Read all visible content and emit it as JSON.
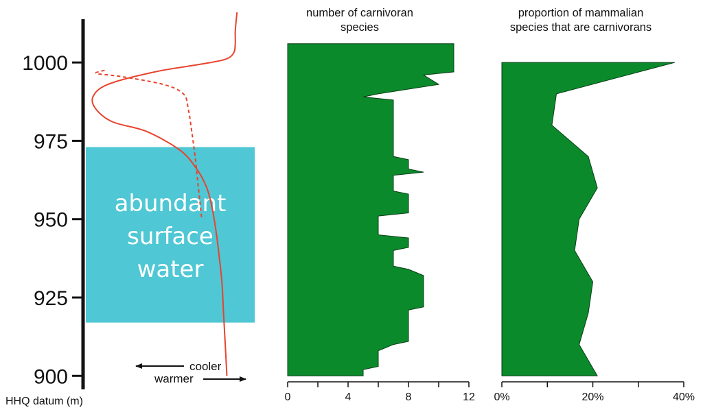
{
  "colors": {
    "fill": "#0b8a2c",
    "water": "#4fc7d4",
    "curve": "#e8432d",
    "axis": "#111111"
  },
  "left_panel": {
    "axis_label": "HHQ datum (m)",
    "water_label_lines": [
      "abundant",
      "surface",
      "water"
    ],
    "legend_cooler": "cooler",
    "legend_warmer": "warmer"
  },
  "chart_data": [
    {
      "type": "line",
      "title": "",
      "ylabel": "HHQ datum (m)",
      "xlabel": "",
      "ylim": [
        897,
        1016
      ],
      "yticks": [
        900,
        925,
        950,
        975,
        1000
      ],
      "ytick_labels": [
        "900",
        "925",
        "950",
        "975",
        "1000"
      ],
      "shaded_band": {
        "label": "abundant surface water",
        "from": 917,
        "to": 973
      },
      "x_direction": "left = cooler, right = warmer (relative, unscaled)",
      "series": [
        {
          "style": "solid",
          "x": [
            0.89,
            0.88,
            0.88,
            0.87,
            0.82,
            0.68,
            0.4,
            0.12,
            0.03,
            0.05,
            0.15,
            0.35,
            0.55,
            0.65,
            0.71,
            0.74,
            0.76,
            0.78,
            0.8,
            0.81,
            0.82,
            0.83
          ],
          "y": [
            1016,
            1010,
            1006,
            1003,
            1001,
            999.5,
            997,
            993,
            989,
            985,
            981,
            978,
            972,
            966,
            960,
            954,
            948,
            940,
            930,
            920,
            910,
            900
          ]
        },
        {
          "style": "dashed",
          "x": [
            0.1,
            0.05,
            0.2,
            0.45,
            0.57,
            0.6,
            0.62,
            0.64,
            0.66,
            0.68
          ],
          "y": [
            997.5,
            996.5,
            995.5,
            993,
            990,
            985,
            978,
            970,
            960,
            950
          ]
        }
      ]
    },
    {
      "type": "area",
      "title": "number of carnivoran species",
      "xlim": [
        0,
        12
      ],
      "xticks": [
        0,
        4,
        8,
        12
      ],
      "xtick_labels": [
        "0",
        "4",
        "8",
        "12"
      ],
      "ylim": [
        897,
        1016
      ],
      "points": [
        {
          "y": 1006,
          "x": 11
        },
        {
          "y": 997,
          "x": 11
        },
        {
          "y": 996,
          "x": 9
        },
        {
          "y": 993,
          "x": 10
        },
        {
          "y": 990,
          "x": 6
        },
        {
          "y": 989,
          "x": 5
        },
        {
          "y": 988,
          "x": 7
        },
        {
          "y": 970,
          "x": 7
        },
        {
          "y": 969,
          "x": 8
        },
        {
          "y": 966,
          "x": 8
        },
        {
          "y": 965,
          "x": 9
        },
        {
          "y": 964,
          "x": 7
        },
        {
          "y": 959,
          "x": 7
        },
        {
          "y": 958,
          "x": 8
        },
        {
          "y": 952,
          "x": 8
        },
        {
          "y": 951,
          "x": 6
        },
        {
          "y": 945,
          "x": 6
        },
        {
          "y": 944,
          "x": 8
        },
        {
          "y": 941,
          "x": 8
        },
        {
          "y": 940,
          "x": 7
        },
        {
          "y": 935,
          "x": 7
        },
        {
          "y": 934,
          "x": 8
        },
        {
          "y": 932,
          "x": 9
        },
        {
          "y": 922,
          "x": 9
        },
        {
          "y": 921,
          "x": 8
        },
        {
          "y": 911,
          "x": 8
        },
        {
          "y": 910,
          "x": 7
        },
        {
          "y": 908,
          "x": 6
        },
        {
          "y": 903,
          "x": 6
        },
        {
          "y": 902,
          "x": 5
        },
        {
          "y": 900,
          "x": 5
        }
      ]
    },
    {
      "type": "area",
      "title": "proportion of mammalian species that are carnivorans",
      "xlim": [
        0,
        40
      ],
      "xticks": [
        0,
        20,
        40
      ],
      "xtick_labels": [
        "0%",
        "20%",
        "40%"
      ],
      "ylim": [
        897,
        1016
      ],
      "points": [
        {
          "y": 1000,
          "x": 38
        },
        {
          "y": 990,
          "x": 12
        },
        {
          "y": 980,
          "x": 11
        },
        {
          "y": 970,
          "x": 19
        },
        {
          "y": 960,
          "x": 21
        },
        {
          "y": 950,
          "x": 17
        },
        {
          "y": 940,
          "x": 16
        },
        {
          "y": 930,
          "x": 20
        },
        {
          "y": 920,
          "x": 19
        },
        {
          "y": 910,
          "x": 17
        },
        {
          "y": 900,
          "x": 21
        }
      ]
    }
  ]
}
